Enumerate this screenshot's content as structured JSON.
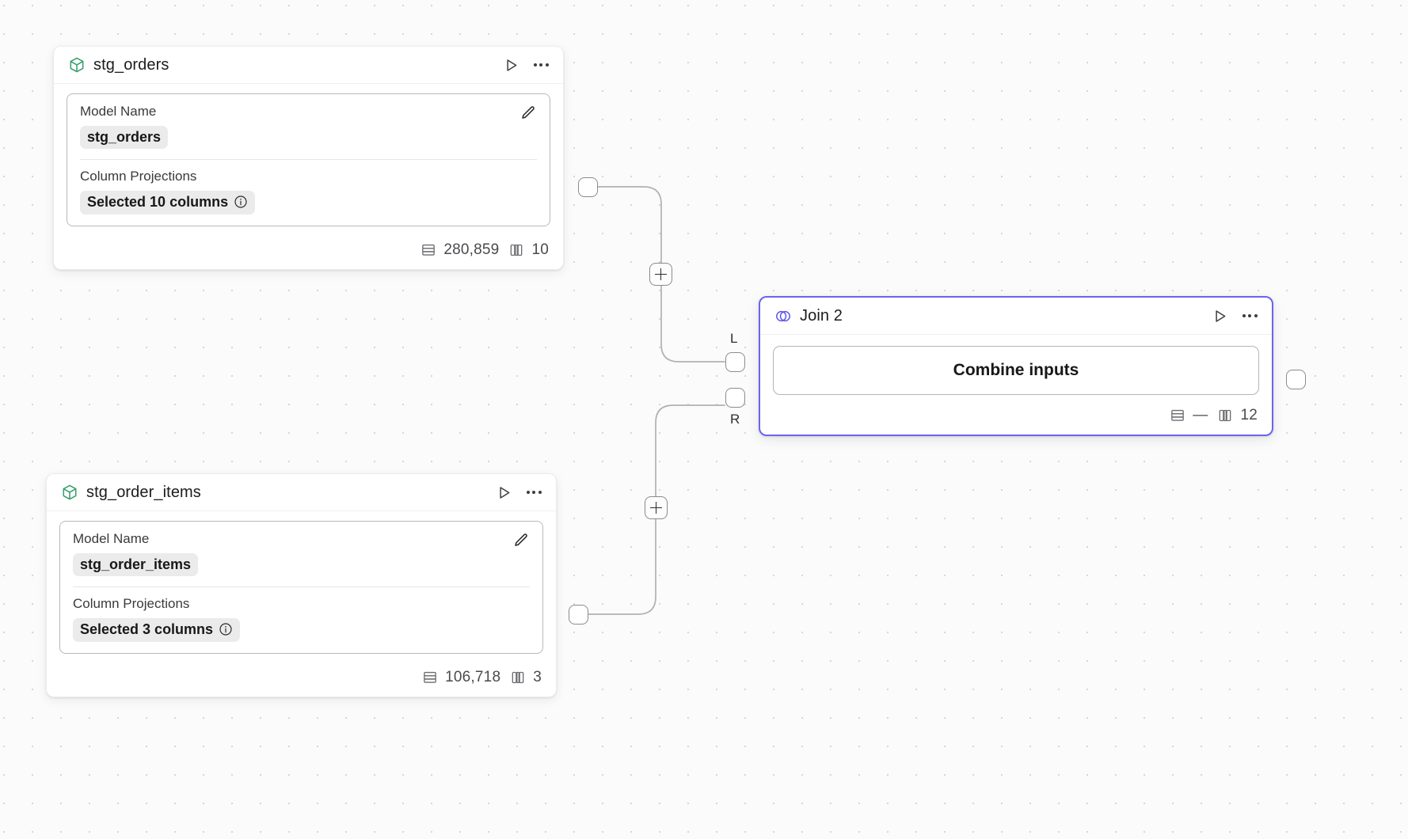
{
  "canvas": {
    "background_color": "#fbfbfb",
    "dot_color": "#d8d6d6",
    "accent_color": "#6c63f0",
    "model_icon_color": "#3a9e6e"
  },
  "nodes": [
    {
      "id": "stg_orders",
      "title": "stg_orders",
      "type_icon": "cube-icon",
      "play_icon": "play-icon",
      "menu_icon": "more-options-icon",
      "edit_icon": "pencil-icon",
      "fields": {
        "model_name_label": "Model Name",
        "model_name_value": "stg_orders",
        "column_projections_label": "Column Projections",
        "column_projections_value": "Selected 10 columns",
        "info_icon": "info-icon"
      },
      "footer": {
        "rows_icon": "rows-icon",
        "rows": "280,859",
        "columns_icon": "columns-icon",
        "columns": "10"
      }
    },
    {
      "id": "stg_order_items",
      "title": "stg_order_items",
      "type_icon": "cube-icon",
      "play_icon": "play-icon",
      "menu_icon": "more-options-icon",
      "edit_icon": "pencil-icon",
      "fields": {
        "model_name_label": "Model Name",
        "model_name_value": "stg_order_items",
        "column_projections_label": "Column Projections",
        "column_projections_value": "Selected 3 columns",
        "info_icon": "info-icon"
      },
      "footer": {
        "rows_icon": "rows-icon",
        "rows": "106,718",
        "columns_icon": "columns-icon",
        "columns": "3"
      }
    },
    {
      "id": "join_2",
      "title": "Join 2",
      "type_icon": "venn-join-icon",
      "play_icon": "play-icon",
      "menu_icon": "more-options-icon",
      "selected": true,
      "body": {
        "combine_button_label": "Combine inputs"
      },
      "footer": {
        "rows_icon": "rows-icon",
        "rows": "—",
        "columns_icon": "columns-icon",
        "columns": "12"
      },
      "input_ports": [
        {
          "label": "L"
        },
        {
          "label": "R"
        }
      ]
    }
  ],
  "edges": [
    {
      "from": "stg_orders",
      "to": "join_2",
      "to_port": "L",
      "add_button": "+"
    },
    {
      "from": "stg_order_items",
      "to": "join_2",
      "to_port": "R",
      "add_button": "+"
    }
  ]
}
